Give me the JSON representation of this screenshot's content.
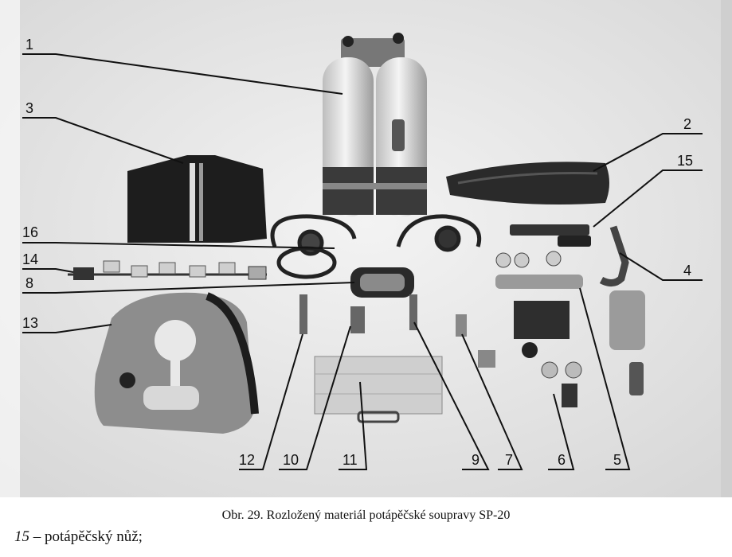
{
  "figure": {
    "labels": [
      "1",
      "2",
      "3",
      "4",
      "5",
      "6",
      "7",
      "8",
      "9",
      "10",
      "11",
      "12",
      "13",
      "14",
      "15",
      "16"
    ]
  },
  "caption": "Obr. 29. Rozložený materiál potápěčské soupravy SP-20",
  "legend": {
    "number": "15",
    "text": " – potápěčský nůž;"
  }
}
